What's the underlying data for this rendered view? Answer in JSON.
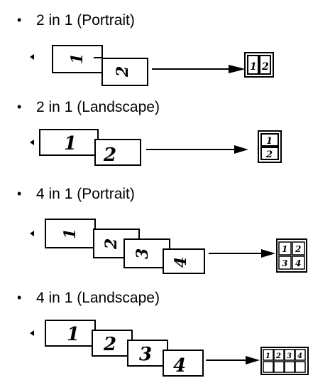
{
  "bullet_symbol": "•",
  "items": [
    {
      "label": "2 in 1 (Portrait)",
      "layout": "portrait",
      "pages": [
        "1",
        "2"
      ]
    },
    {
      "label": "2 in 1 (Landscape)",
      "layout": "landscape",
      "pages": [
        "1",
        "2"
      ]
    },
    {
      "label": "4 in 1 (Portrait)",
      "layout": "portrait",
      "pages": [
        "1",
        "2",
        "3",
        "4"
      ]
    },
    {
      "label": "4 in 1 (Landscape)",
      "layout": "landscape",
      "pages": [
        "1",
        "2",
        "3",
        "4"
      ]
    }
  ]
}
